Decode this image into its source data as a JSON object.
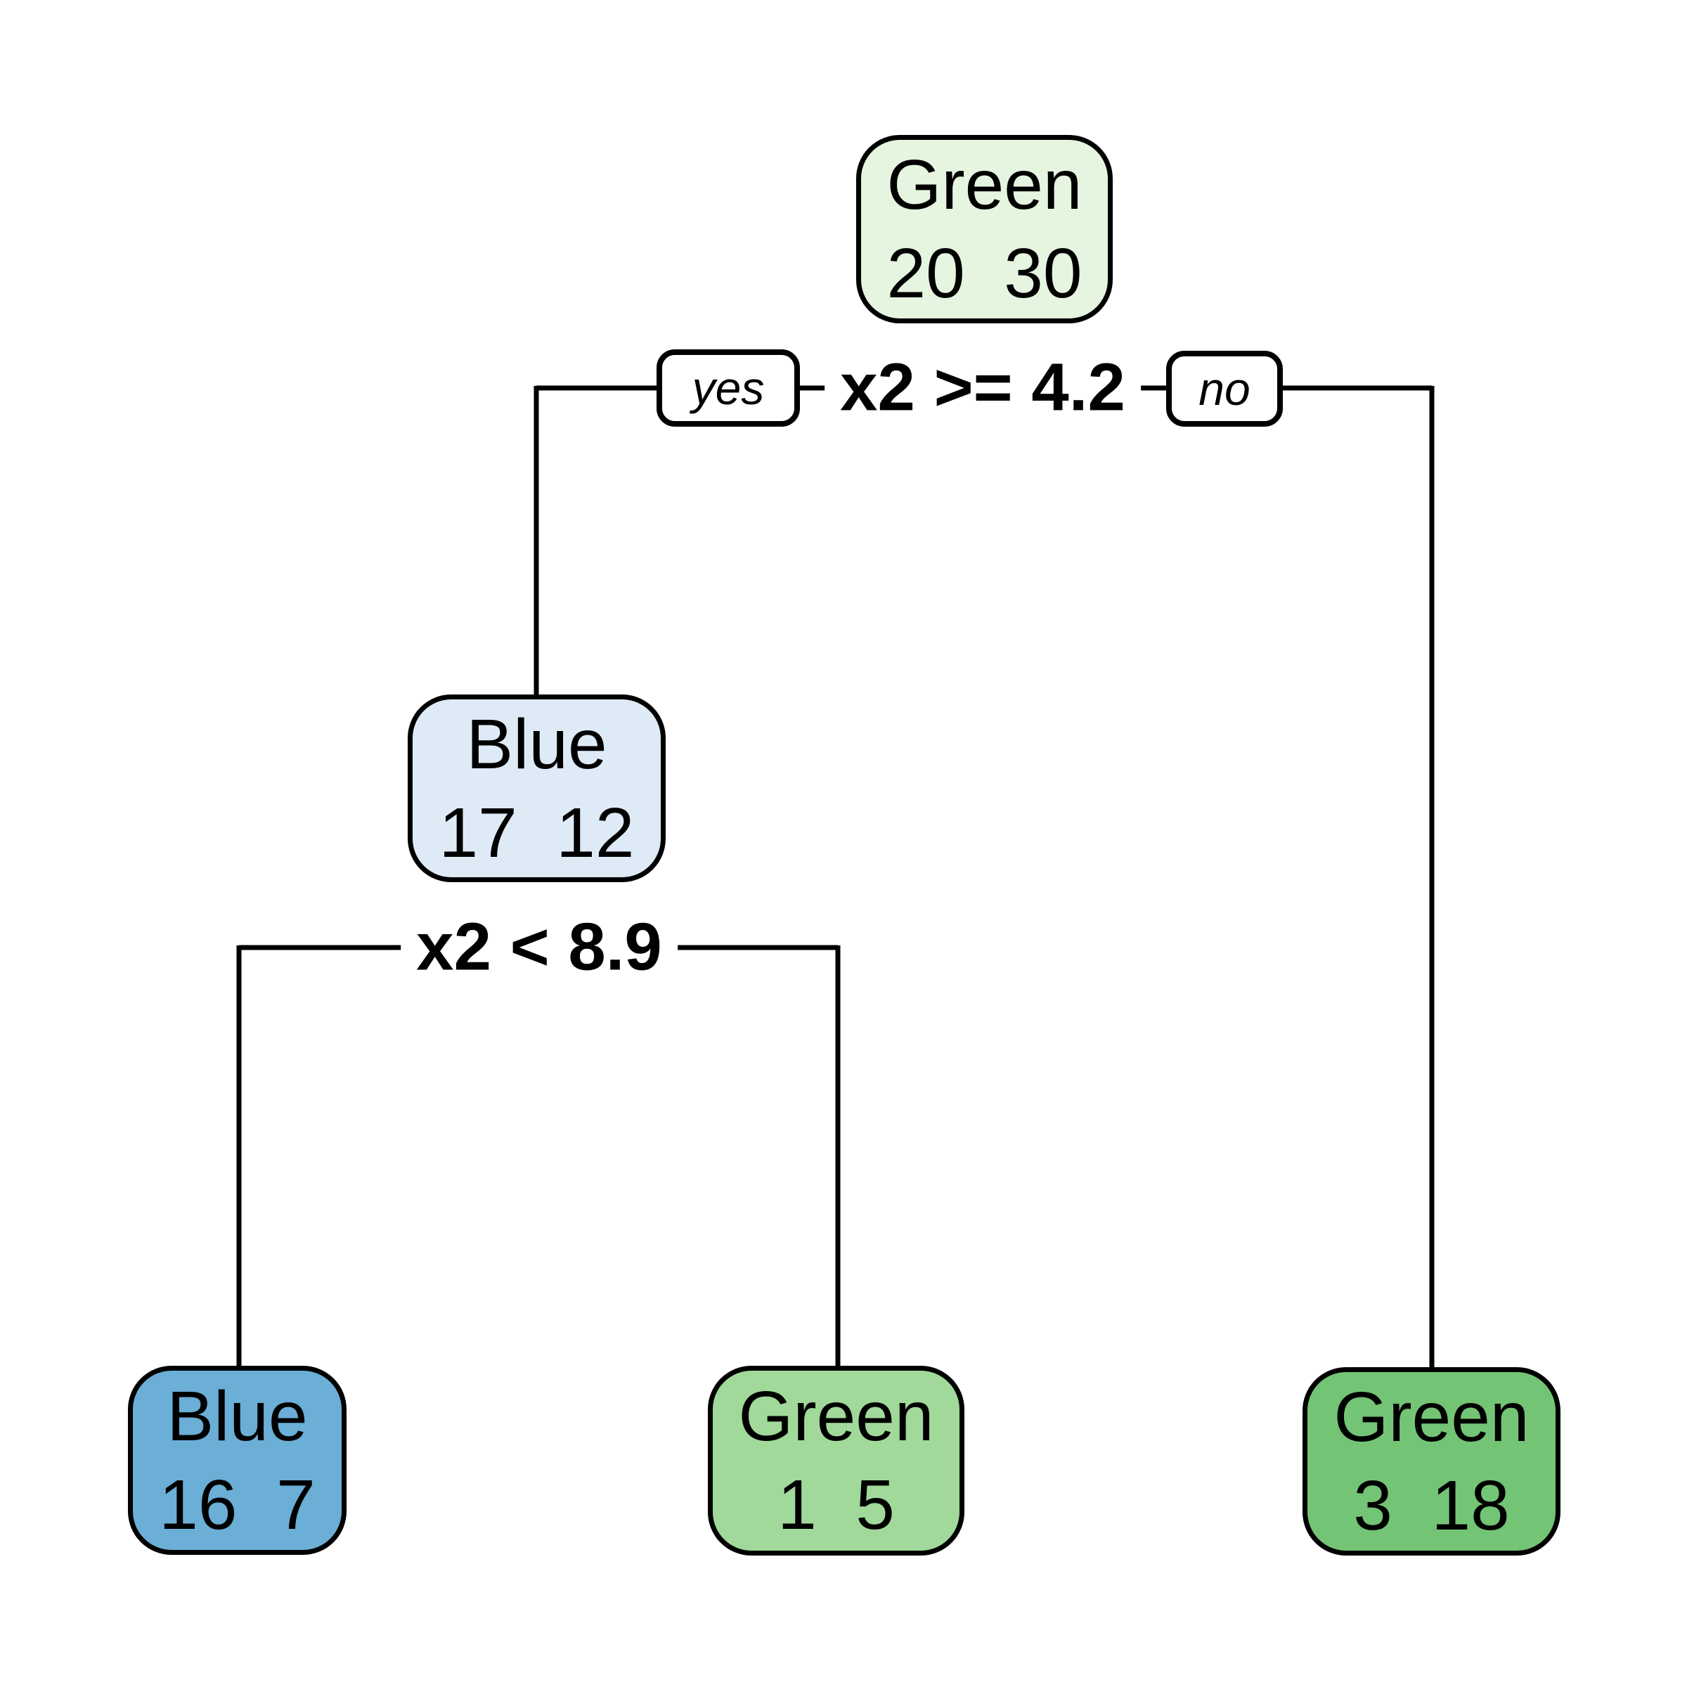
{
  "diagram": {
    "type": "decision-tree",
    "background_color": "#ffffff",
    "edge_color": "#000000"
  },
  "nodes": {
    "root": {
      "label": "Green",
      "values": "20  30",
      "fill": "#e5f5e0"
    },
    "internal_blue": {
      "label": "Blue",
      "values": "17  12",
      "fill": "#deebf7"
    },
    "leaf_blue": {
      "label": "Blue",
      "values": "16  7",
      "fill": "#6baed6"
    },
    "leaf_green_mid": {
      "label": "Green",
      "values": "1  5",
      "fill": "#a1d99b"
    },
    "leaf_green_right": {
      "label": "Green",
      "values": "3  18",
      "fill": "#74c476"
    }
  },
  "splits": {
    "root_split": {
      "condition": "x2 >= 4.2",
      "yes_label": "yes",
      "no_label": "no"
    },
    "second_split": {
      "condition": "x2 < 8.9"
    }
  }
}
